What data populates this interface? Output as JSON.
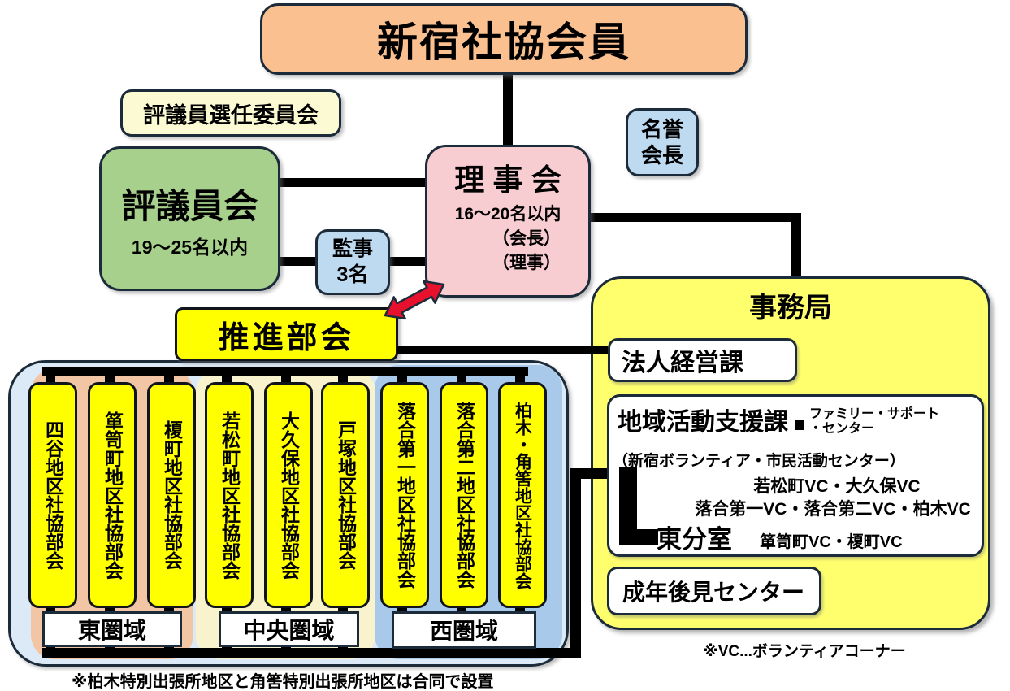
{
  "member_box": {
    "label": "新宿社協会員"
  },
  "committee_box": {
    "label": "評議員選任委員会"
  },
  "honorary_box": {
    "line1": "名誉",
    "line2": "会長"
  },
  "council_box": {
    "title": "評議員会",
    "capacity": "19〜25名以内"
  },
  "board_box": {
    "title": "理 事 会",
    "capacity": "16〜20名以内",
    "role1": "（会長）",
    "role2": "（理事）"
  },
  "auditor_box": {
    "line1": "監事",
    "line2": "3名"
  },
  "promotion_box": {
    "label": "推進部会"
  },
  "secretariat": {
    "title": "事務局",
    "corporate_dept": "法人経営課",
    "community_dept": {
      "title": "地域活動支援課",
      "family_support_line1": "ファミリー・サポート",
      "family_support_line2": "・センター",
      "subtitle": "（新宿ボランティア・市民活動センター）",
      "vc_row1": "若松町VC・大久保VC",
      "vc_row2": "落合第一VC・落合第二VC・柏木VC",
      "branch": "東分室",
      "branch_vc": "箪笥町VC・榎町VC"
    },
    "guardian_center": "成年後見センター",
    "vc_note": "※VC...ボランティアコーナー"
  },
  "districts": {
    "groups": [
      {
        "label": "東圏域",
        "color": "#F2C5A4",
        "items": [
          "四谷地区社協部会",
          "箪笥町地区社協部会",
          "榎町地区社協部会"
        ]
      },
      {
        "label": "中央圏域",
        "color": "#F9F3CD",
        "items": [
          "若松町地区社協部会",
          "大久保地区社協部会",
          "戸塚地区社協部会"
        ]
      },
      {
        "label": "西圏域",
        "color": "#A8C9E9",
        "items": [
          "落合第一地区社協部会",
          "落合第二地区社協部会",
          "柏木・角筈地区社協部会"
        ]
      }
    ],
    "footnote": "※柏木特別出張所地区と角筈特別出張所地区は合同で設置"
  },
  "icons": {
    "square_connector": "■",
    "double_arrow": "red-double-headed-arrow"
  },
  "colors": {
    "member_box": "#FAC090",
    "committee_box": "#FBFAD2",
    "council_box": "#A7D08C",
    "board_box": "#F8CDD2",
    "blue_box": "#BEDAF0",
    "promotion_box": "#FFFF00",
    "secretariat_box": "#FFFF6E",
    "district_area": "#DCE9F7",
    "east_group": "#F2C5A4",
    "central_group": "#F9F3CD",
    "west_group": "#A8C9E9",
    "connector_line": "#000000",
    "arrow": "#E8112D",
    "border": "#1C2B3A"
  }
}
